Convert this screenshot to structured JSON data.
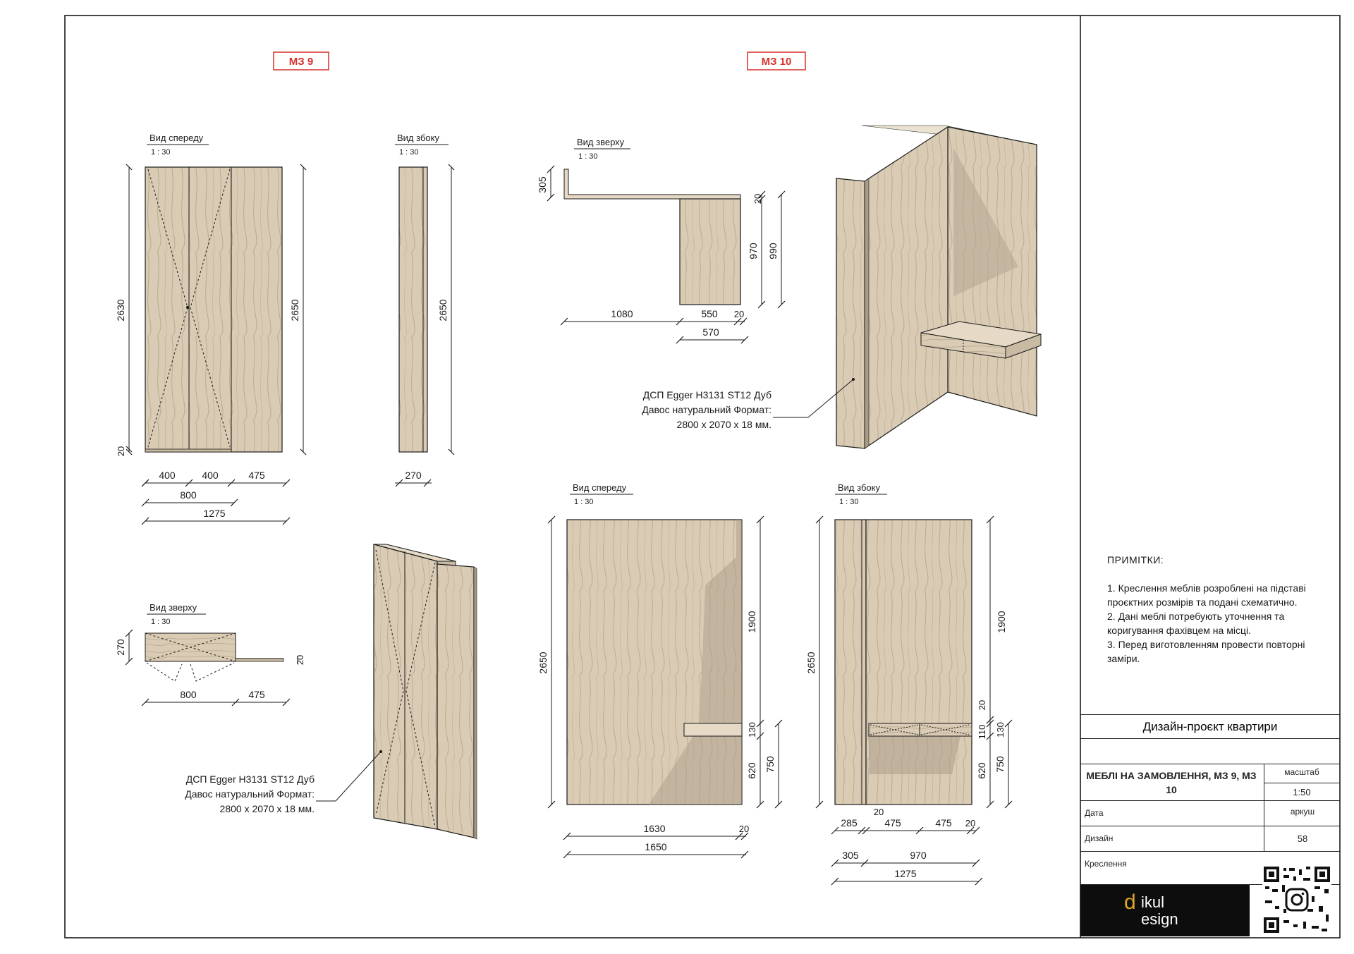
{
  "tags": {
    "mz9": "МЗ 9",
    "mz10": "МЗ 10"
  },
  "views": {
    "front": "Вид спереду",
    "side": "Вид збоку",
    "top": "Вид зверху",
    "scale": "1 : 30"
  },
  "material": {
    "line1": "ДСП Egger H3131 ST12 Дуб",
    "line2": "Давос натуральний Формат:",
    "line3": "2800 x 2070 x 18 мм."
  },
  "dims": {
    "mz9_front": {
      "h_left": "2630",
      "h_right": "2650",
      "base": "20",
      "w1": "400",
      "w2": "400",
      "w3": "475",
      "w12": "800",
      "total": "1275"
    },
    "mz9_side": {
      "h": "2650",
      "w": "270"
    },
    "mz9_top": {
      "depth": "270",
      "w1": "800",
      "w2": "475",
      "thick": "20"
    },
    "mz10_top": {
      "d305": "305",
      "d20": "20",
      "d970": "970",
      "d990": "990",
      "d1080": "1080",
      "d550": "550",
      "d20b": "20",
      "d570": "570"
    },
    "mz10_front": {
      "h": "2650",
      "h1900": "1900",
      "h130": "130",
      "h620": "620",
      "h750": "750",
      "w1630": "1630",
      "w20": "20",
      "w1650": "1650"
    },
    "mz10_side": {
      "h": "2650",
      "h1900": "1900",
      "h20": "20",
      "h110": "110",
      "h130": "130",
      "h620": "620",
      "h750": "750",
      "w20top": "20",
      "w285": "285",
      "w475a": "475",
      "w475b": "475",
      "w20": "20",
      "w305": "305",
      "w970": "970",
      "w1275": "1275"
    }
  },
  "notes": {
    "title": "ПРИМІТКИ:",
    "items": [
      "1. Креслення меблів розроблені на підставі проєктних розмірів та подані схематично.",
      "2. Дані меблі потребують уточнення та коригування фахівцем на місці.",
      "3. Перед виготовленням провести повторні заміри."
    ]
  },
  "title_block": {
    "project": "Дизайн-проєкт квартири",
    "sheet_title": "МЕБЛІ НА ЗАМОВЛЕННЯ, МЗ 9, МЗ 10",
    "scale_label": "масштаб",
    "scale_value": "1:50",
    "date_label": "Дата",
    "sheet_label": "аркуш",
    "design_label": "Дизайн",
    "sheet_number": "58",
    "drawing_label": "Креслення",
    "logo_line1": "ikul",
    "logo_line2": "esign"
  },
  "colors": {
    "wood": "#d9cbb4",
    "wood_grain": "#b8a88e",
    "wood_shadow": "#a79a86",
    "line": "#1a1a1a",
    "tag_red": "#d6312b"
  }
}
